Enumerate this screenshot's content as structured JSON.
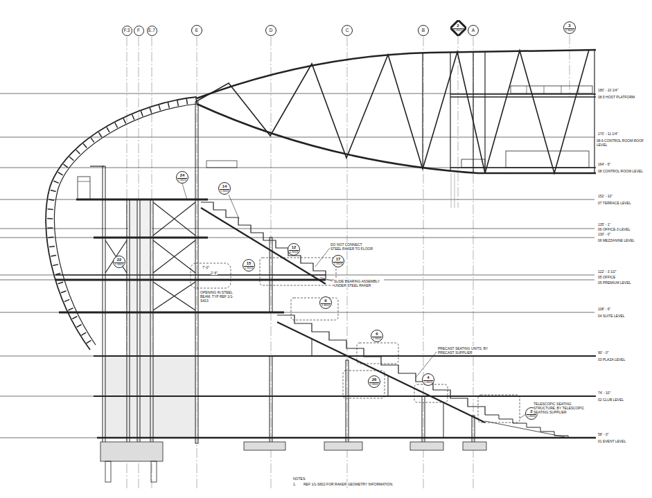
{
  "diagram": {
    "nodes": [
      {
        "text": [
          "F.3"
        ]
      },
      {
        "text": [
          "F"
        ]
      },
      {
        "text": [
          "E.7"
        ]
      },
      {
        "text": [
          "E"
        ]
      },
      {
        "text": [
          "D"
        ]
      },
      {
        "text": [
          "C"
        ]
      },
      {
        "text": [
          "B"
        ]
      },
      {
        "text": [
          "2",
          "1-S602"
        ]
      },
      {
        "text": [
          "A"
        ]
      },
      {
        "text": [
          "3",
          "1-S602"
        ]
      },
      {
        "text": [
          "24",
          "1-S601"
        ]
      },
      {
        "text": [
          "14",
          "1-S603"
        ]
      },
      {
        "text": [
          "22",
          "1-S601"
        ]
      },
      {
        "text": [
          "15",
          "1-S603"
        ]
      },
      {
        "text": [
          "12",
          "1-S603"
        ]
      },
      {
        "text": [
          "17",
          "1-S603"
        ]
      },
      {
        "text": [
          "9",
          "1-S602"
        ]
      },
      {
        "text": [
          "6",
          "1-S602"
        ]
      },
      {
        "text": [
          "26",
          "1-S602"
        ]
      },
      {
        "text": [
          "4",
          "1-S602"
        ]
      },
      {
        "text": [
          "2",
          "1-S602"
        ]
      }
    ],
    "labels": [
      "180' - 10 1/4\"",
      "08.5 HOST PLATFORM",
      "170' - 11 1/4\"",
      "08.6 CONTROL ROOM ROOF LEVEL",
      "164' - 6\"",
      "08 CONTROL ROOM LEVEL",
      "152' - 10\"",
      "07 TERRACE LEVEL",
      "135' - 1\"",
      "06 OFFICE-3 LEVEL",
      "130' - 0\"",
      "06 MEZZANINE LEVEL",
      "122' - 3 1/2\"",
      "05 OFFICE",
      "05 PREMIUM LEVEL",
      "108' - 6\"",
      "04 SUITE LEVEL",
      "90' - 0\"",
      "03 PLAZA LEVEL",
      "74' - 10\"",
      "02 CLUB LEVEL",
      "58' - 0\"",
      "01 EVENT LEVEL",
      "DO NOT CONNECT STEEL RAKER TO FLOOR",
      "SLIDE BEARING ASSEMBLY UNDER STEEL RAKER",
      "OPENING IN STEEL BEAM, TYP REF 1/1-S423",
      "7'-0\"",
      "2'-6\"",
      "PRECAST SEATING UNITS, BY PRECAST SUPPLIER",
      "TELESCOPIC SEATING STRUCTURE, BY TELESCOPIC SEATING SUPPLIER",
      "NOTES:",
      "1.",
      "REF 1/1-S602 FOR RAKER GEOMETRY INFORMATION."
    ]
  }
}
